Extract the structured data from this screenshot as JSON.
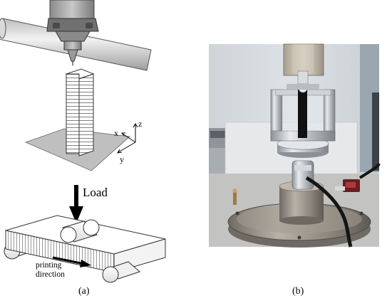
{
  "panel_a": {
    "axes": {
      "x": "x",
      "y": "y",
      "z": "z"
    },
    "load_label": "Load",
    "printing_direction_label": [
      "printing",
      "direction"
    ]
  },
  "captions": {
    "a": "(a)",
    "b": "(b)"
  }
}
